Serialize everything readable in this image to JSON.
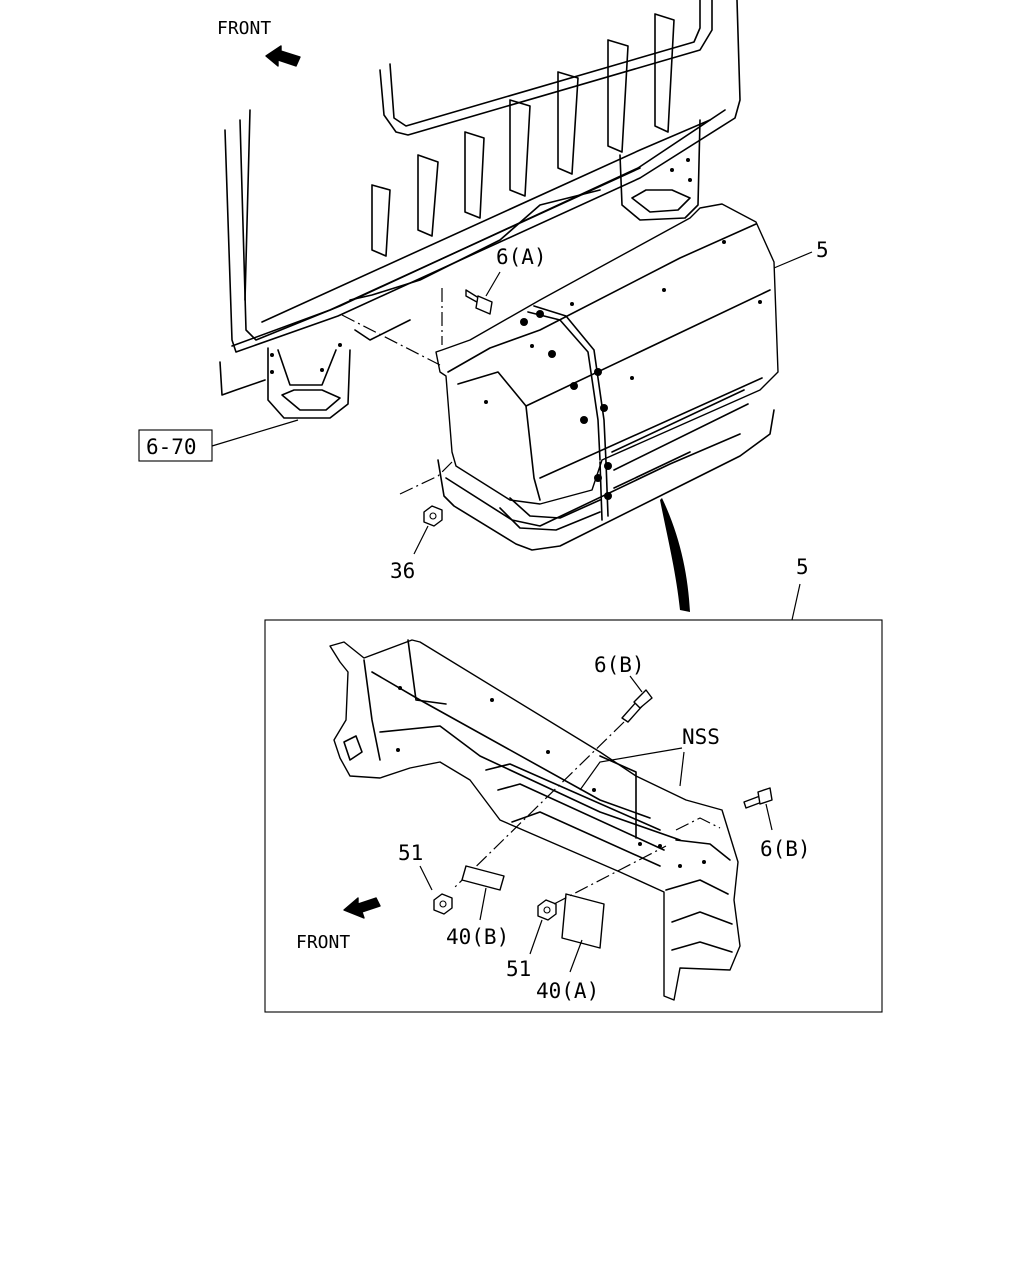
{
  "labels": {
    "front_top": "FRONT",
    "front_bottom": "FRONT",
    "part_5_top": "5",
    "part_5_inset": "5",
    "part_6a": "6(A)",
    "part_6_70": "6-70",
    "part_36": "36",
    "part_6b_top": "6(B)",
    "part_6b_right": "6(B)",
    "nss": "NSS",
    "part_51_left": "51",
    "part_51_bottom": "51",
    "part_40b": "40(B)",
    "part_40a": "40(A)"
  }
}
